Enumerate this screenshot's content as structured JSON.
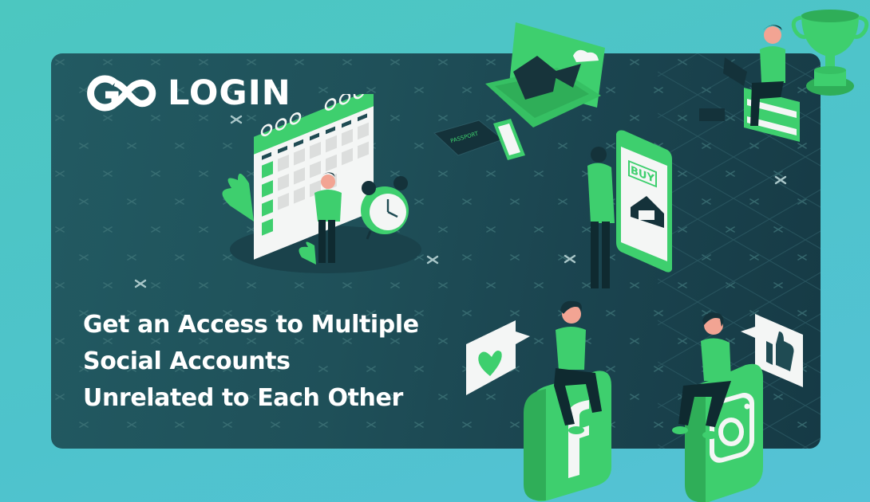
{
  "brand": {
    "name": "GOLOGIN",
    "logo_text": "LOGIN",
    "logo_icon": "infinity-go-icon"
  },
  "headline": {
    "lines": [
      "Get an Access to Multiple",
      "Social Accounts",
      "Unrelated to Each Other"
    ]
  },
  "illustrations": {
    "calendar": "calendar-with-man-and-alarm-clock",
    "suitcase": "open-suitcase-with-map",
    "passport_label": "PASSPORT",
    "phone_buy_label": "BUY",
    "facebook": "facebook-badge-with-woman",
    "instagram": "instagram-badge-with-man",
    "reader": "man-with-laptop-on-books",
    "trophy": "trophy-cup"
  },
  "colors": {
    "background": "#4ec4c6",
    "card": "#1f5059",
    "card_dark": "#163a45",
    "accent_green": "#3ecf6e",
    "dark_green": "#2fae58",
    "text": "#ffffff"
  }
}
